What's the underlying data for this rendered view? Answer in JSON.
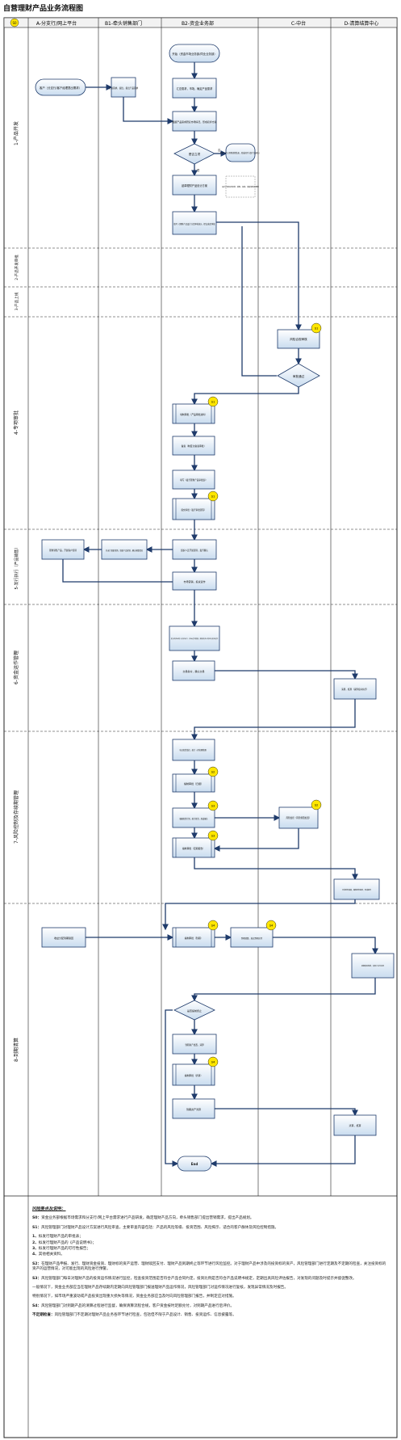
{
  "title": "自营理财产品业务流程图",
  "corner_badge": "S0",
  "lanes": [
    "A-分支行/网上平台",
    "B1-牵头销售部门",
    "B2-资金业务部",
    "C-中台",
    "D-清算结算中心"
  ],
  "phases": [
    "1-产品开发",
    "2-产品开发审批",
    "3-产品上线",
    "4-专项审批",
    "5-发行执行（产品销售）",
    "6-资金运作管理",
    "7-风险控制及存续期管理",
    "8-到期清算"
  ],
  "nodes": {
    "start": "开始（资金市场业务部/同业业务部）",
    "req": "客户（分支行/客户经理提出需求）",
    "collect": "汇总需求，提出，提出产品需求",
    "analysis": "汇总需求，市场，确定产品需求",
    "design": "根据产品需求研究市场情况，形成初步方案",
    "decide": "是否立项",
    "end1": "End（不立项则流程结束，形成初步方案产品报告）",
    "draft": "起草理财产品设计方案",
    "note1": "设计方案包含审批、销售、投资、清算等各项要素",
    "submit": "填写《理财产品设计方案审批表》，提交发起审批",
    "risk_review": "风险合规审核",
    "approve": "审批通过",
    "fill": "填制审批（产品审批资料）",
    "record": "备案（制度全备案审批）",
    "sign": "填写《发行理财产品审批表》",
    "apply": "提交审批（发行审批流程）",
    "sale_branch": "理财销售产品，开展客户营销",
    "sale_dept": "分支行组织营销，组织产品营销，确认募集情况",
    "issue": "组织人员开展营销，发行确认",
    "ops": "市场营销，投资运作",
    "invest": "发行后资金划入投资专户，资金运作管理，按照投资计划进行投资运作",
    "trade": "交易指令，确认交易",
    "settle": "清算，核算（清算指令执行）",
    "daily": "每日投资监控，统计（存续期管理）",
    "report1": "编制审批（日报）",
    "sub": "根据投资计划，统计投资，形成报告",
    "report2": "编制审批（定期报告）",
    "riskctrl": "风险监控（风险预警处置）",
    "fin_a": "日常财务核算，编制财务报表，形成报告",
    "mature_cust": "收益分配到期赎回",
    "mature_prep": "编制审批（到期）",
    "mature_rep": "到期清算，发起到期兑付",
    "fin_b": "到期资金划拨，向客户兑付本息",
    "redeem": "是否提前终止",
    "term": "到期资产处置，清算",
    "final_rep": "编制审批（清算）",
    "archive": "到期资产清算",
    "pay": "清算，核算",
    "end": "End"
  },
  "tags": [
    "S1",
    "S2",
    "S3",
    "S4"
  ],
  "edge_labels": [
    "是",
    "否"
  ],
  "notes": {
    "title": "风险要点及说明：",
    "items": [
      {
        "k": "S0：",
        "v": "资金业务部根据市场需求和分支行/网上平台需求进行产品研发，确定理财产品方向，牵头销售部门提出营销需求，提出产品规划。"
      },
      {
        "k": "S1：",
        "v": "风险管理部门对理财产品设计方案进行风险审查，主要审查内容包括：产品的风险等级、投资范围、风险揭示、适合的客户群体及风险控制措施。"
      },
      {
        "k": "1、",
        "v": "拟发行理财产品的审批表；"
      },
      {
        "k": "2、",
        "v": "拟发行理财产品的《产品说明书》；"
      },
      {
        "k": "3、",
        "v": "拟发行理财产品的可行性报告；"
      },
      {
        "k": "4、",
        "v": "其他相关资料。"
      },
      {
        "k": "S2：",
        "v": "在理财产品申报、发行、理财资金投资、理财标的资产运营、理财赎回支付、理财产品到期终止等环节进行风险监控。对于理财产品中涉及的投资标的资产，风险管理部门进行定期及不定期的检查，关注投资标的资产的运营情况，对可能出现的风险进行预警。"
      },
      {
        "k": "S3：",
        "v": "风险管理部门每日对理财产品的投资运作情况进行监控，检查投资范围是否符合产品合同约定，投资比例是否符合产品说明书规定，定期出具风险评估报告，对发现的问题及时提示并督促整改。"
      },
      {
        "k": "",
        "v": "一般情况下，资金业务部应当在理财产品存续期内定期向风险管理部门报送理财产品运作情况，风险管理部门对运作情况进行复核，发现异常情况及时报告。"
      },
      {
        "k": "",
        "v": "特别情况下，如市场严重波动或产品投资出现重大损失等情况，资金业务部应当及时向风险管理部门报告，并制定应对措施。"
      },
      {
        "k": "S4：",
        "v": "风险管理部门对到期产品的清算过程进行监督，确保清算流程合规，客户资金按时足额兑付，对到期产品进行后评价。"
      },
      {
        "k": "不定期检查：",
        "v": "风险管理部门不定期对理财产品业务各环节进行检查，包括但不限于产品设计、销售、投资运作、信息披露等。"
      }
    ]
  }
}
